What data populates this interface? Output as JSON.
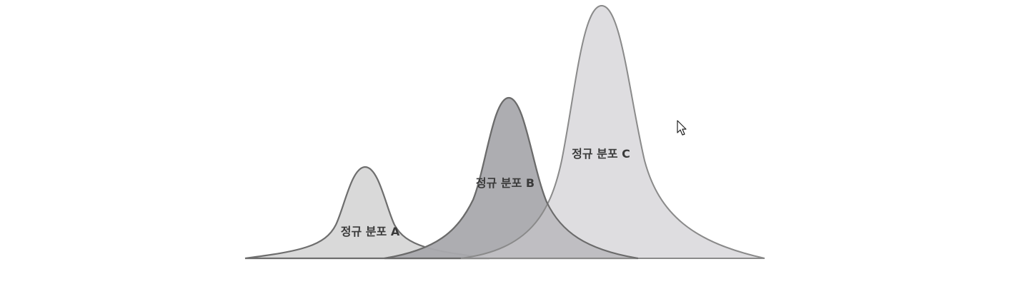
{
  "chart_data": {
    "type": "area",
    "grid": false,
    "legend": "none",
    "curves": [
      {
        "label": "정규 분포 A",
        "fill": "#d9d9d9",
        "stroke": "#6e6e6e"
      },
      {
        "label": "정규 분포 B",
        "fill": "#a9a9ad",
        "stroke": "#6b6b6b"
      },
      {
        "label": "정규 분포 C",
        "fill": "#c9c8cd",
        "stroke": "#8a8a8a"
      }
    ]
  },
  "cursor": {
    "icon": "mouse-pointer-icon"
  }
}
